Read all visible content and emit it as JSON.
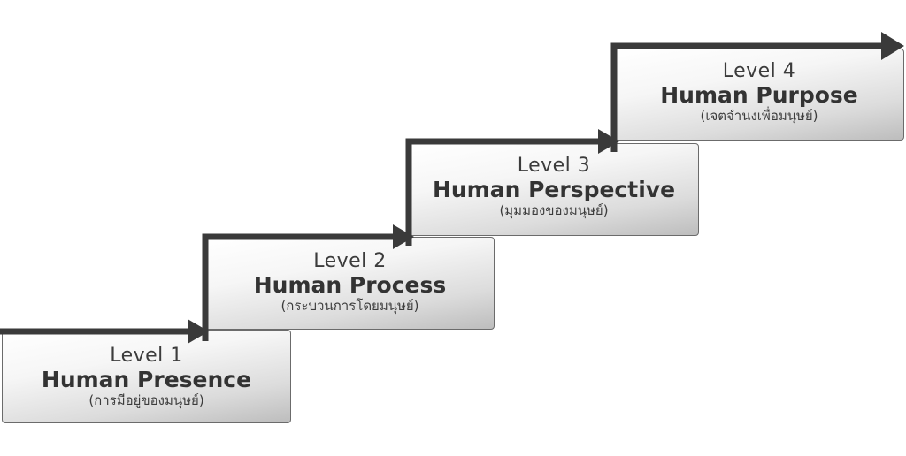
{
  "diagram": {
    "stroke_color": "#3a3a3a",
    "steps": [
      {
        "level": "Level 1",
        "title": "Human Presence",
        "subtitle": "(การมีอยู่ของมนุษย์)"
      },
      {
        "level": "Level 2",
        "title": "Human Process",
        "subtitle": "(กระบวนการโดยมนุษย์)"
      },
      {
        "level": "Level 3",
        "title": "Human Perspective",
        "subtitle": "(มุมมองของมนุษย์)"
      },
      {
        "level": "Level 4",
        "title": "Human Purpose",
        "subtitle": "(เจตจำนงเพื่อมนุษย์)"
      }
    ]
  }
}
